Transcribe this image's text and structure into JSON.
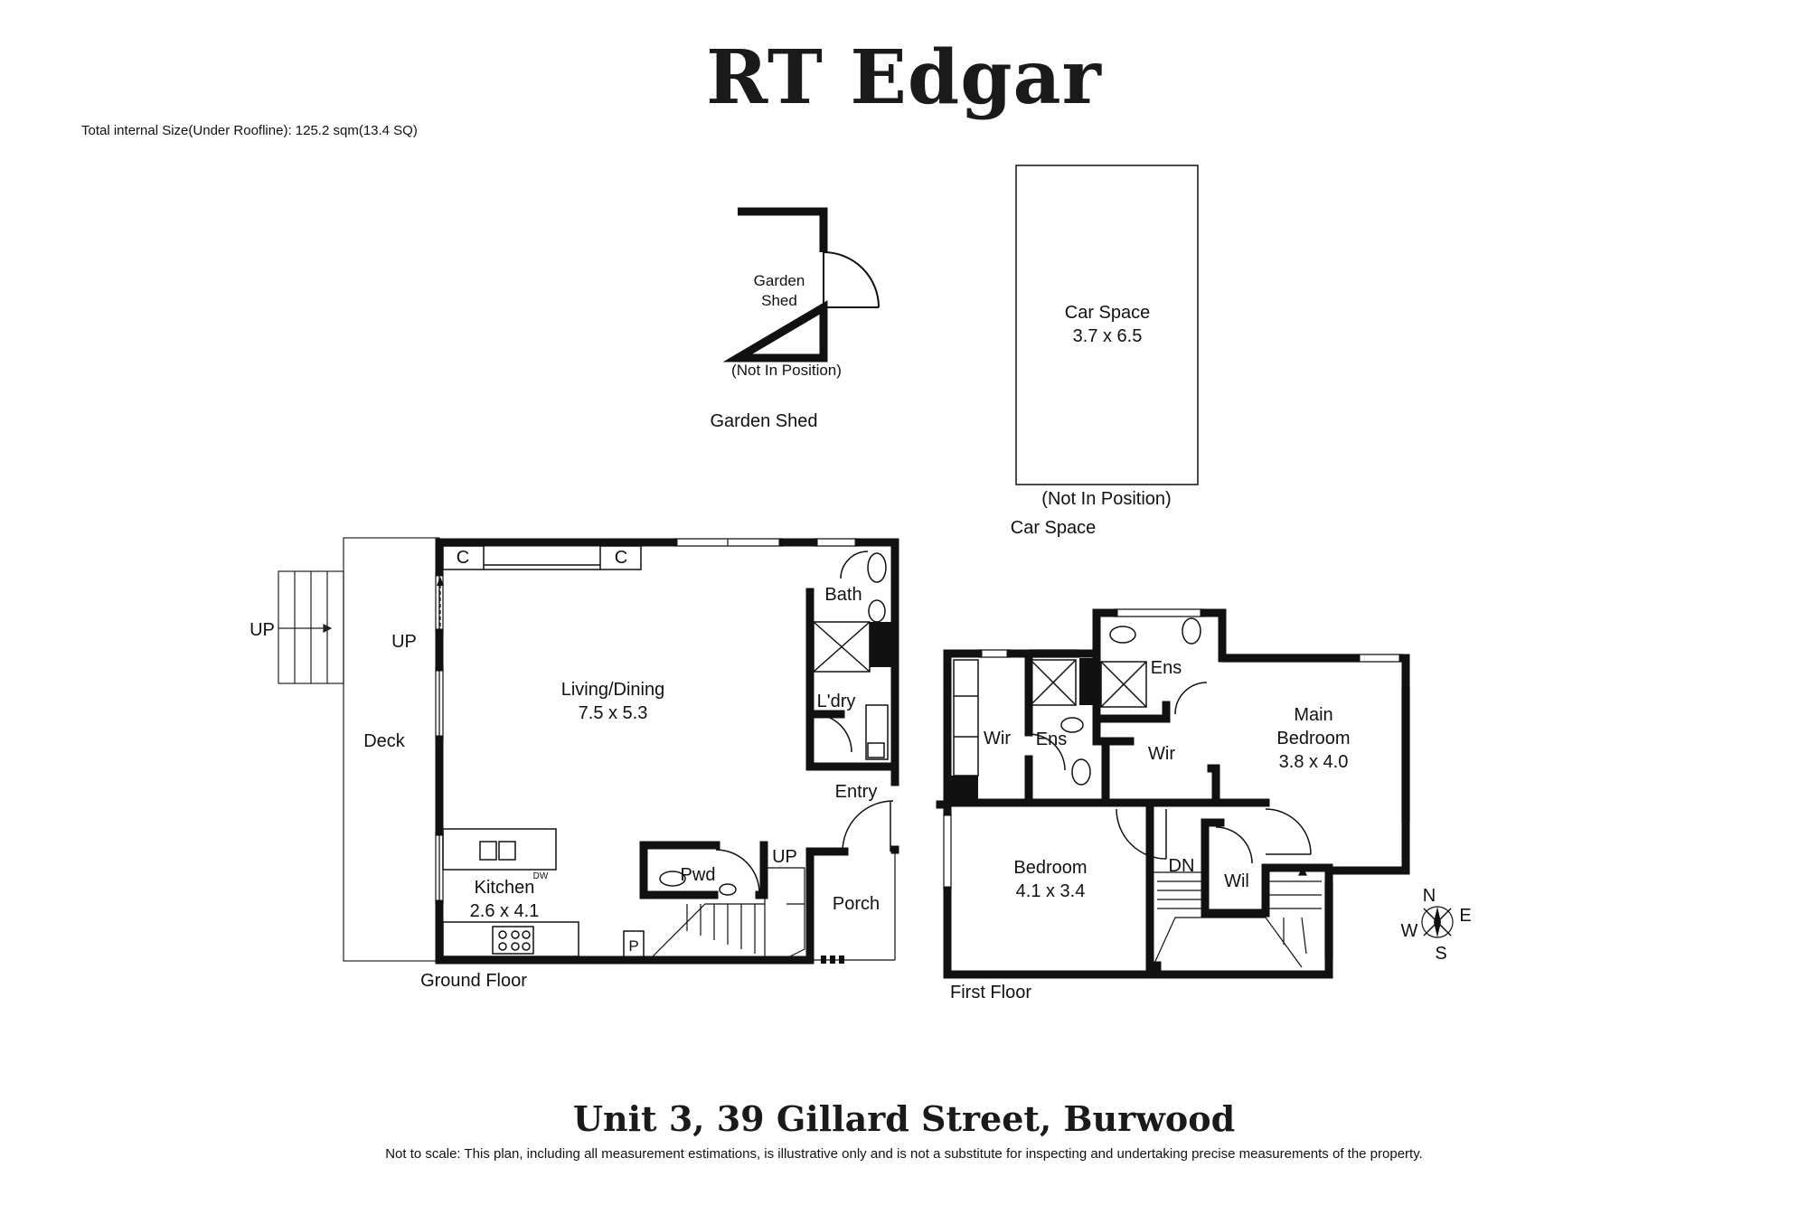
{
  "brand": "RT Edgar",
  "size_note": "Total internal Size(Under Roofline): 125.2 sqm(13.4 SQ)",
  "address": "Unit 3, 39 Gillard Street, Burwood",
  "disclaimer": "Not to scale: This plan, including all measurement estimations, is illustrative only and is not a substitute for inspecting and  undertaking precise measurements of the property.",
  "garden_shed": {
    "name_line1": "Garden",
    "name_line2": "Shed",
    "note": "(Not In Position)",
    "caption": "Garden Shed"
  },
  "car_space": {
    "name": "Car Space",
    "dims": "3.7 x 6.5",
    "note": "(Not In Position)",
    "caption": "Car Space"
  },
  "ground_floor": {
    "caption": "Ground Floor",
    "deck": "Deck",
    "up_outside": "UP",
    "up_inside": "UP",
    "cupboard_1": "C",
    "cupboard_2": "C",
    "living_name": "Living/Dining",
    "living_dims": "7.5 x 5.3",
    "bath": "Bath",
    "laundry": "L'dry",
    "entry": "Entry",
    "porch": "Porch",
    "pwd": "Pwd",
    "stair_up": "UP",
    "pantry": "P",
    "dw": "DW",
    "kitchen_name": "Kitchen",
    "kitchen_dims": "2.6 x 4.1"
  },
  "first_floor": {
    "caption": "First Floor",
    "wir_left": "Wir",
    "ens_left": "Ens",
    "ens_top": "Ens",
    "wir_center": "Wir",
    "main_bed_line1": "Main",
    "main_bed_line2": "Bedroom",
    "main_bed_dims": "3.8 x 4.0",
    "bedroom_name": "Bedroom",
    "bedroom_dims": "4.1 x 3.4",
    "dn": "DN",
    "wil": "Wil"
  },
  "compass": {
    "n": "N",
    "e": "E",
    "s": "S",
    "w": "W"
  }
}
